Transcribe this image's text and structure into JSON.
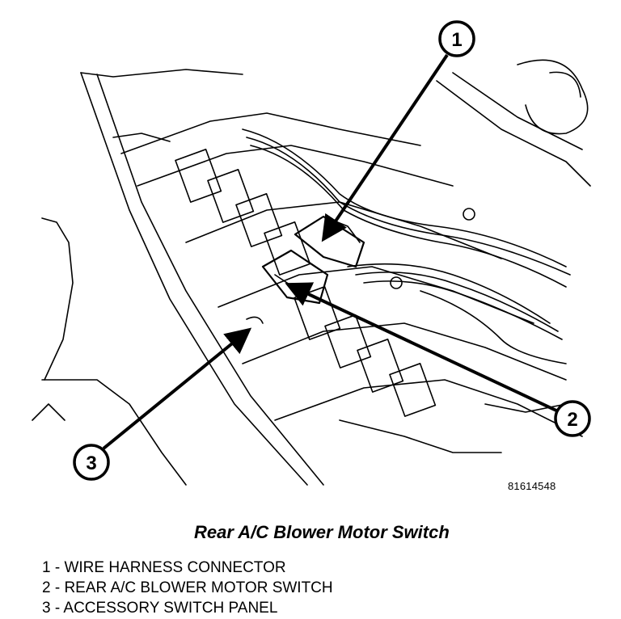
{
  "figure": {
    "id_label": "81614548",
    "callouts": [
      "1",
      "2",
      "3"
    ]
  },
  "caption": "Rear A/C Blower Motor Switch",
  "legend": [
    "1 - WIRE HARNESS CONNECTOR",
    "2 - REAR A/C BLOWER MOTOR SWITCH",
    "3 - ACCESSORY SWITCH PANEL"
  ]
}
